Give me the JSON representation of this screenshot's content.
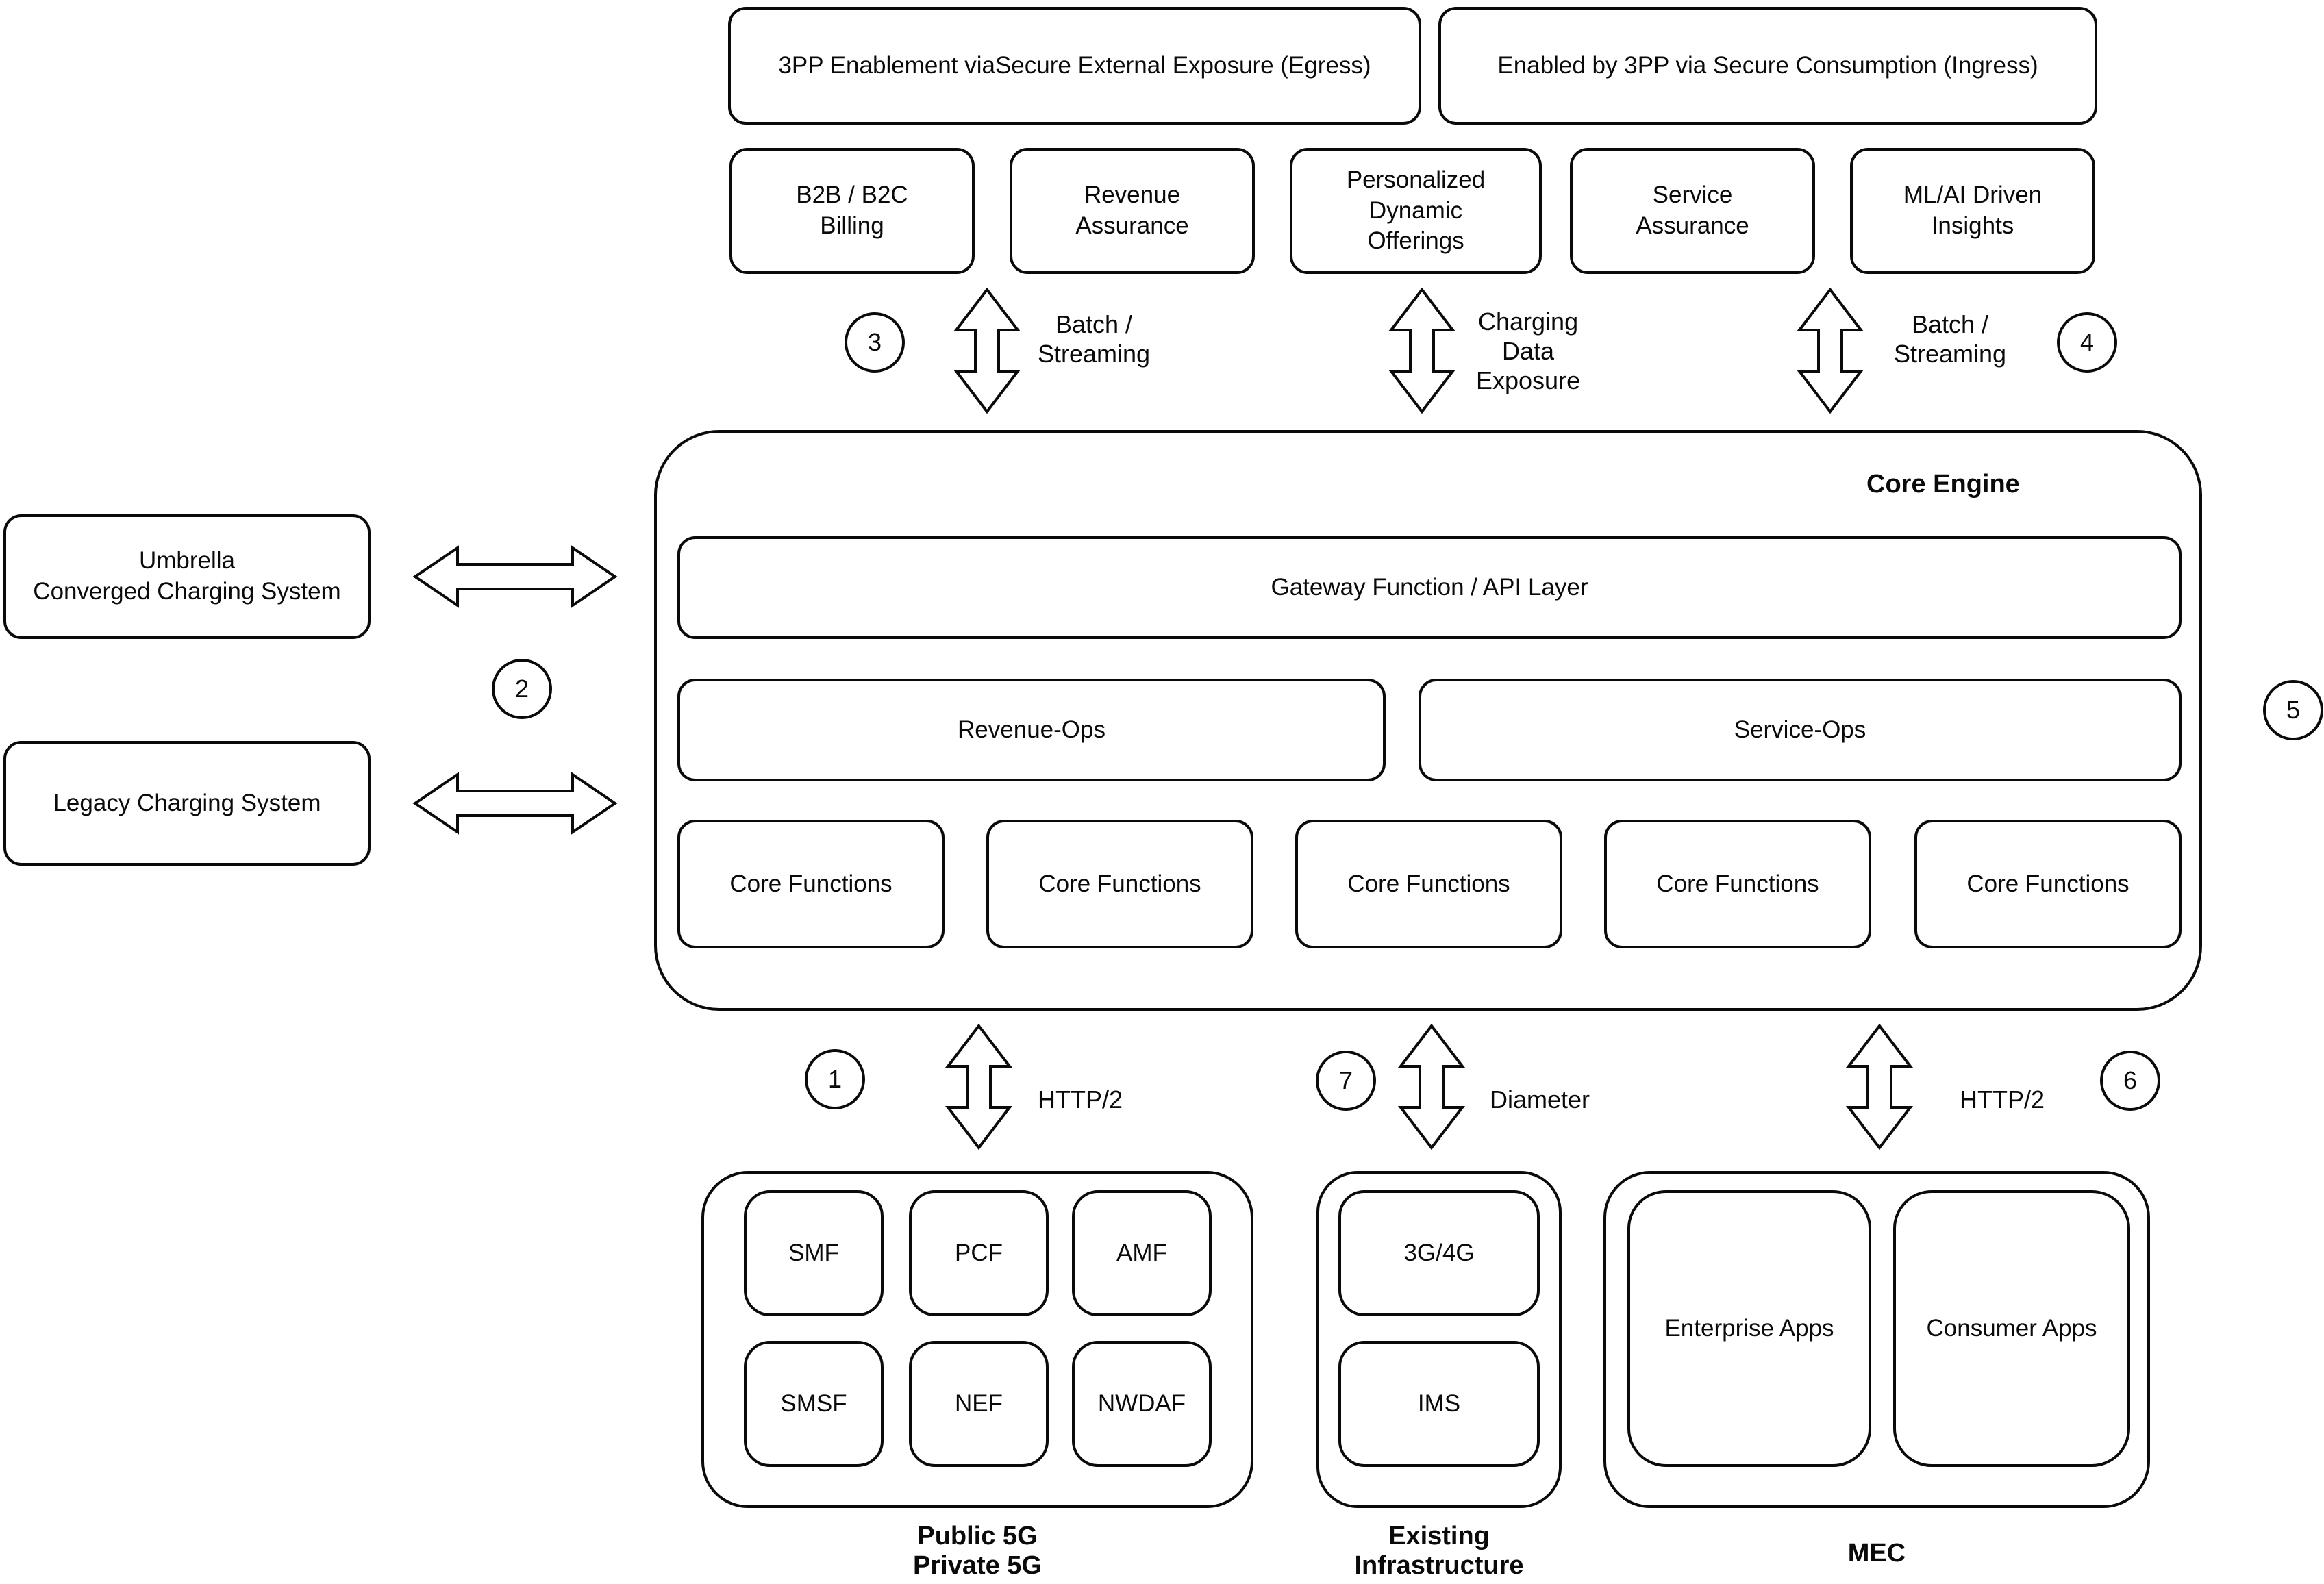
{
  "colors": {
    "stroke": "#0a0a0a",
    "background": "#ffffff",
    "text": "#0a0a0a"
  },
  "icons": {
    "vertical_connector": "double-arrow-vertical",
    "horizontal_connector": "double-arrow-horizontal"
  },
  "top_exposure": {
    "egress": "3PP Enablement viaSecure External Exposure (Egress)",
    "ingress": "Enabled by 3PP via Secure Consumption (Ingress)"
  },
  "capabilities": [
    "B2B / B2C\nBilling",
    "Revenue\nAssurance",
    "Personalized Dynamic\nOfferings",
    "Service\nAssurance",
    "ML/AI Driven\nInsights"
  ],
  "top_connectors": {
    "left_badge": "3",
    "left_label": "Batch /\nStreaming",
    "middle_label": "Charging\nData\nExposure",
    "right_label": "Batch /\nStreaming",
    "right_badge": "4"
  },
  "core_engine": {
    "title": "Core Engine",
    "gateway": "Gateway Function / API Layer",
    "revenue_ops": "Revenue-Ops",
    "service_ops": "Service-Ops",
    "core_functions": [
      "Core Functions",
      "Core Functions",
      "Core Functions",
      "Core Functions",
      "Core Functions"
    ]
  },
  "left_systems": {
    "umbrella": "Umbrella\nConverged Charging System",
    "legacy": "Legacy Charging System",
    "badge": "2"
  },
  "right_badge": "5",
  "bottom_connectors": {
    "left_badge": "1",
    "left_label": "HTTP/2",
    "middle_badge": "7",
    "middle_label": "Diameter",
    "right_label": "HTTP/2",
    "right_badge": "6"
  },
  "bottom_groups": {
    "public_5g": {
      "cells": [
        "SMF",
        "PCF",
        "AMF",
        "SMSF",
        "NEF",
        "NWDAF"
      ],
      "label": "Public 5G\nPrivate 5G"
    },
    "existing_infrastructure": {
      "cells": [
        "3G/4G",
        "IMS"
      ],
      "label": "Existing\nInfrastructure"
    },
    "mec": {
      "cells": [
        "Enterprise Apps",
        "Consumer Apps"
      ],
      "label": "MEC"
    }
  }
}
